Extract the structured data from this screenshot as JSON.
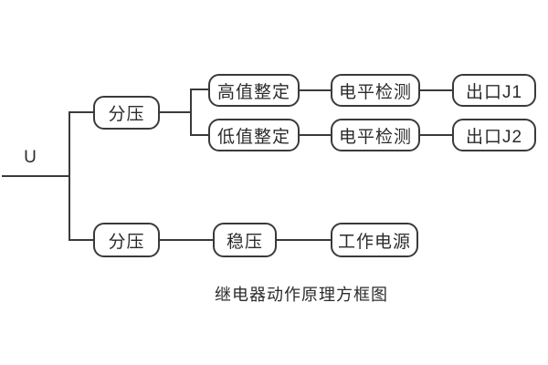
{
  "diagram": {
    "caption": "继电器动作原理方框图",
    "input_label": "U",
    "nodes": {
      "divider_top": {
        "label": "分压"
      },
      "high_set": {
        "label": "高值整定"
      },
      "low_set": {
        "label": "低值整定"
      },
      "level_detect_1": {
        "label": "电平检测"
      },
      "level_detect_2": {
        "label": "电平检测"
      },
      "out_j1": {
        "label": "出口J1"
      },
      "out_j2": {
        "label": "出口J2"
      },
      "divider_bottom": {
        "label": "分压"
      },
      "regulator": {
        "label": "稳压"
      },
      "work_power": {
        "label": "工作电源"
      }
    },
    "connections": [
      "U -> 分压(上)",
      "分压(上) -> 高值整定",
      "分压(上) -> 低值整定",
      "高值整定 -> 电平检测 -> 出口J1",
      "低值整定 -> 电平检测 -> 出口J2",
      "U -> 分压(下) -> 稳压 -> 工作电源"
    ],
    "colors": {
      "line": "#3a3a3a",
      "text": "#2b2b2b",
      "background": "#ffffff"
    }
  }
}
